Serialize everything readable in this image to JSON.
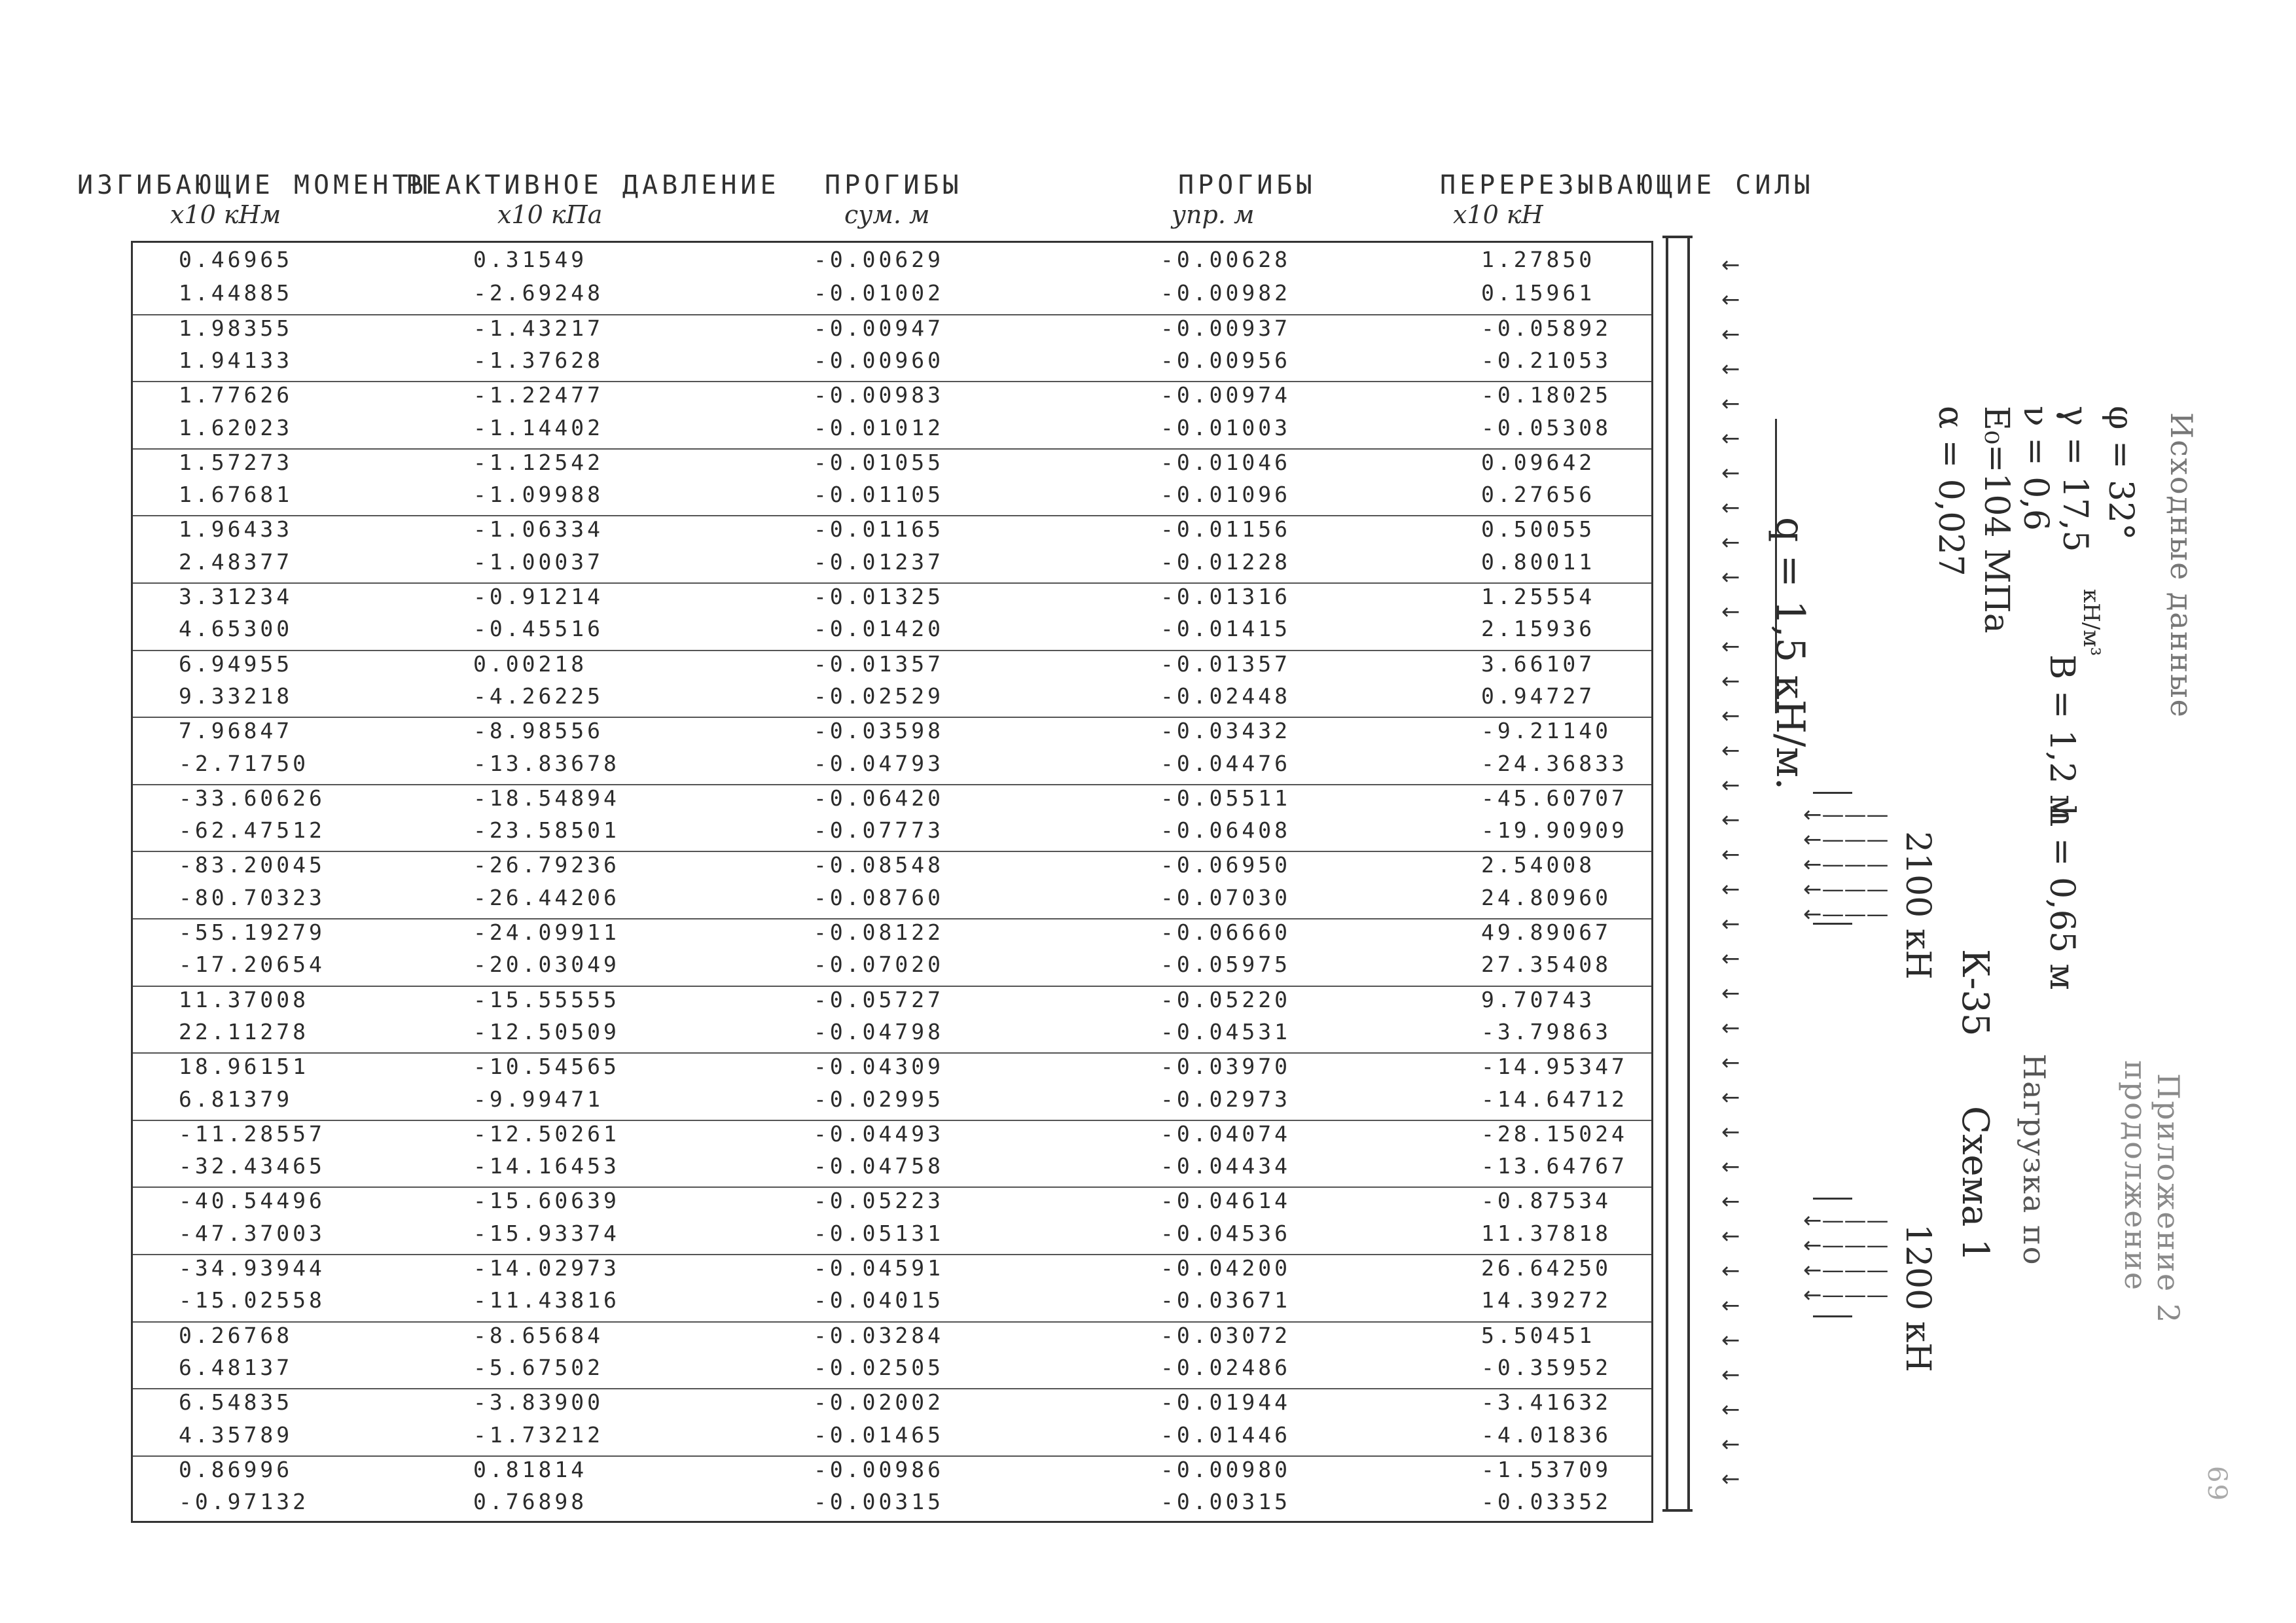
{
  "headers": {
    "col0_title": "ИЗГИБАЮЩИЕ МОМЕНТЫ",
    "col0_unit": "x10 кНм",
    "col1_title": "РЕАКТИВНОЕ ДАВЛЕНИЕ",
    "col1_unit": "x10 кПа",
    "col2_title": "ПРОГИБЫ",
    "col2_unit": "сум. м",
    "col3_title": "ПРОГИБЫ",
    "col3_unit": "упр. м",
    "col4_title": "ПЕРЕРЕЗЫВАЮЩИЕ СИЛЫ",
    "col4_unit": "x10 кН"
  },
  "rows": [
    [
      "0.46965",
      "0.31549",
      "-0.00629",
      "-0.00628",
      "1.27850"
    ],
    [
      "1.44885",
      "-2.69248",
      "-0.01002",
      "-0.00982",
      "0.15961"
    ],
    [
      "1.98355",
      "-1.43217",
      "-0.00947",
      "-0.00937",
      "-0.05892"
    ],
    [
      "1.94133",
      "-1.37628",
      "-0.00960",
      "-0.00956",
      "-0.21053"
    ],
    [
      "1.77626",
      "-1.22477",
      "-0.00983",
      "-0.00974",
      "-0.18025"
    ],
    [
      "1.62023",
      "-1.14402",
      "-0.01012",
      "-0.01003",
      "-0.05308"
    ],
    [
      "1.57273",
      "-1.12542",
      "-0.01055",
      "-0.01046",
      "0.09642"
    ],
    [
      "1.67681",
      "-1.09988",
      "-0.01105",
      "-0.01096",
      "0.27656"
    ],
    [
      "1.96433",
      "-1.06334",
      "-0.01165",
      "-0.01156",
      "0.50055"
    ],
    [
      "2.48377",
      "-1.00037",
      "-0.01237",
      "-0.01228",
      "0.80011"
    ],
    [
      "3.31234",
      "-0.91214",
      "-0.01325",
      "-0.01316",
      "1.25554"
    ],
    [
      "4.65300",
      "-0.45516",
      "-0.01420",
      "-0.01415",
      "2.15936"
    ],
    [
      "6.94955",
      "0.00218",
      "-0.01357",
      "-0.01357",
      "3.66107"
    ],
    [
      "9.33218",
      "-4.26225",
      "-0.02529",
      "-0.02448",
      "0.94727"
    ],
    [
      "7.96847",
      "-8.98556",
      "-0.03598",
      "-0.03432",
      "-9.21140"
    ],
    [
      "-2.71750",
      "-13.83678",
      "-0.04793",
      "-0.04476",
      "-24.36833"
    ],
    [
      "-33.60626",
      "-18.54894",
      "-0.06420",
      "-0.05511",
      "-45.60707"
    ],
    [
      "-62.47512",
      "-23.58501",
      "-0.07773",
      "-0.06408",
      "-19.90909"
    ],
    [
      "-83.20045",
      "-26.79236",
      "-0.08548",
      "-0.06950",
      "2.54008"
    ],
    [
      "-80.70323",
      "-26.44206",
      "-0.08760",
      "-0.07030",
      "24.80960"
    ],
    [
      "-55.19279",
      "-24.09911",
      "-0.08122",
      "-0.06660",
      "49.89067"
    ],
    [
      "-17.20654",
      "-20.03049",
      "-0.07020",
      "-0.05975",
      "27.35408"
    ],
    [
      "11.37008",
      "-15.55555",
      "-0.05727",
      "-0.05220",
      "9.70743"
    ],
    [
      "22.11278",
      "-12.50509",
      "-0.04798",
      "-0.04531",
      "-3.79863"
    ],
    [
      "18.96151",
      "-10.54565",
      "-0.04309",
      "-0.03970",
      "-14.95347"
    ],
    [
      "6.81379",
      "-9.99471",
      "-0.02995",
      "-0.02973",
      "-14.64712"
    ],
    [
      "-11.28557",
      "-12.50261",
      "-0.04493",
      "-0.04074",
      "-28.15024"
    ],
    [
      "-32.43465",
      "-14.16453",
      "-0.04758",
      "-0.04434",
      "-13.64767"
    ],
    [
      "-40.54496",
      "-15.60639",
      "-0.05223",
      "-0.04614",
      "-0.87534"
    ],
    [
      "-47.37003",
      "-15.93374",
      "-0.05131",
      "-0.04536",
      "11.37818"
    ],
    [
      "-34.93944",
      "-14.02973",
      "-0.04591",
      "-0.04200",
      "26.64250"
    ],
    [
      "-15.02558",
      "-11.43816",
      "-0.04015",
      "-0.03671",
      "14.39272"
    ],
    [
      "0.26768",
      "-8.65684",
      "-0.03284",
      "-0.03072",
      "5.50451"
    ],
    [
      "6.48137",
      "-5.67502",
      "-0.02505",
      "-0.02486",
      "-0.35952"
    ],
    [
      "6.54835",
      "-3.83900",
      "-0.02002",
      "-0.01944",
      "-3.41632"
    ],
    [
      "4.35789",
      "-1.73212",
      "-0.01465",
      "-0.01446",
      "-4.01836"
    ],
    [
      "0.86996",
      "0.81814",
      "-0.00986",
      "-0.00980",
      "-1.53709"
    ],
    [
      "-0.97132",
      "0.76898",
      "-0.00315",
      "-0.00315",
      "-0.03352"
    ]
  ],
  "params": {
    "phi": "φ = 32°",
    "gamma": "γ = 17,5",
    "gamma_unit": "кН/м³",
    "nu": "ν = 0,6",
    "e0": "E₀=104 МПа",
    "alpha": "α = 0,027",
    "q": "q = 1,5 кН/м.",
    "h": "h = 0,65 м",
    "b": "B = 1,2 м"
  },
  "load": {
    "scheme": "Схема 1",
    "crane": "К-35",
    "p1": "2100 кН",
    "p2": "1200 кН"
  },
  "printed": {
    "source_data": "Исходные данные",
    "load_by": "Нагрузка по",
    "annex": "Приложение 2",
    "continuation": "продолжение",
    "page_no": "69"
  }
}
